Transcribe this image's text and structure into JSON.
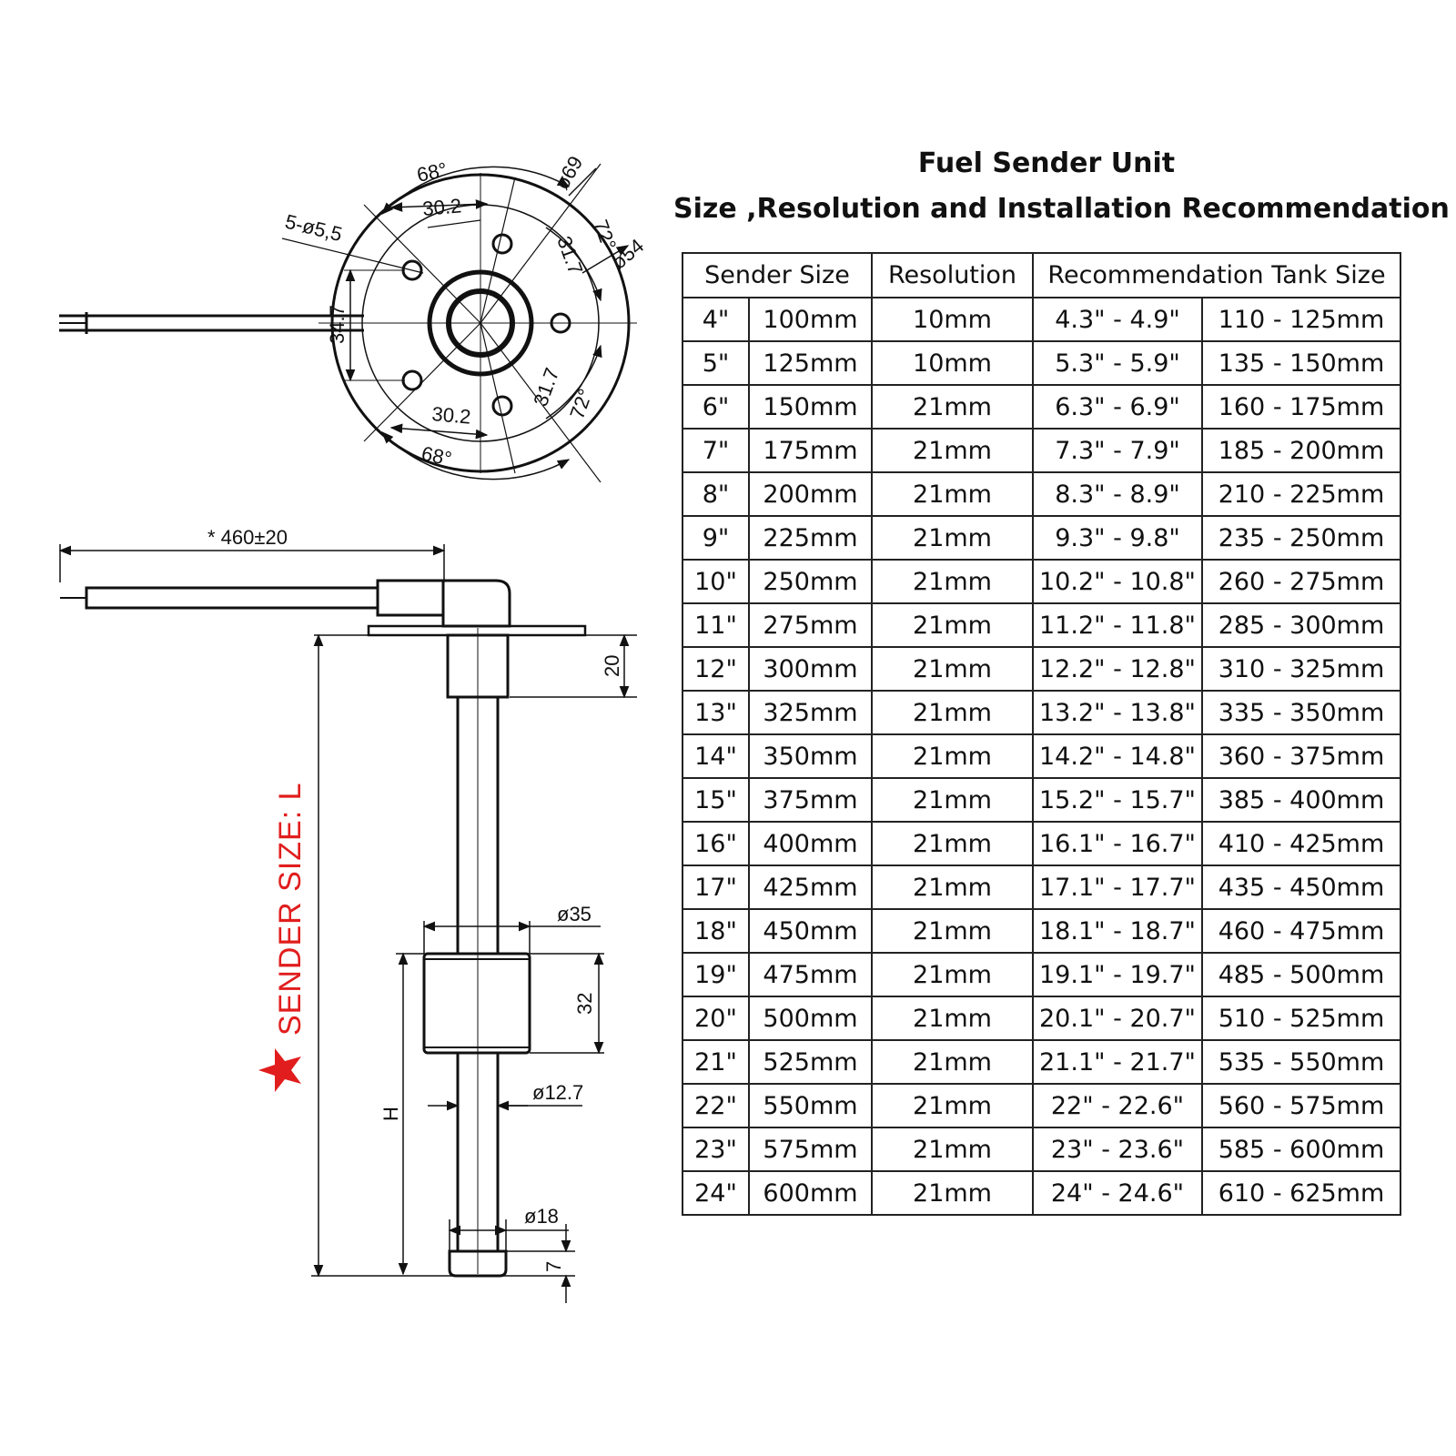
{
  "title": "Fuel Sender Unit",
  "subtitle": "Size ,Resolution and Installation Recommendation",
  "table": {
    "headers": [
      "Sender Size",
      "Resolution",
      "Recommendation Tank Size"
    ],
    "rows": [
      {
        "inch": "4\"",
        "mm": "100mm",
        "resolution": "10mm",
        "tank_in": "4.3\" - 4.9\"",
        "tank_mm": "110 - 125mm"
      },
      {
        "inch": "5\"",
        "mm": "125mm",
        "resolution": "10mm",
        "tank_in": "5.3\" - 5.9\"",
        "tank_mm": "135 - 150mm"
      },
      {
        "inch": "6\"",
        "mm": "150mm",
        "resolution": "21mm",
        "tank_in": "6.3\" - 6.9\"",
        "tank_mm": "160 - 175mm"
      },
      {
        "inch": "7\"",
        "mm": "175mm",
        "resolution": "21mm",
        "tank_in": "7.3\" - 7.9\"",
        "tank_mm": "185 - 200mm"
      },
      {
        "inch": "8\"",
        "mm": "200mm",
        "resolution": "21mm",
        "tank_in": "8.3\" - 8.9\"",
        "tank_mm": "210 - 225mm"
      },
      {
        "inch": "9\"",
        "mm": "225mm",
        "resolution": "21mm",
        "tank_in": "9.3\" - 9.8\"",
        "tank_mm": "235 - 250mm"
      },
      {
        "inch": "10\"",
        "mm": "250mm",
        "resolution": "21mm",
        "tank_in": "10.2\" - 10.8\"",
        "tank_mm": "260 - 275mm"
      },
      {
        "inch": "11\"",
        "mm": "275mm",
        "resolution": "21mm",
        "tank_in": "11.2\" - 11.8\"",
        "tank_mm": "285 - 300mm"
      },
      {
        "inch": "12\"",
        "mm": "300mm",
        "resolution": "21mm",
        "tank_in": "12.2\" - 12.8\"",
        "tank_mm": "310 - 325mm"
      },
      {
        "inch": "13\"",
        "mm": "325mm",
        "resolution": "21mm",
        "tank_in": "13.2\" - 13.8\"",
        "tank_mm": "335 - 350mm"
      },
      {
        "inch": "14\"",
        "mm": "350mm",
        "resolution": "21mm",
        "tank_in": "14.2\" - 14.8\"",
        "tank_mm": "360 - 375mm"
      },
      {
        "inch": "15\"",
        "mm": "375mm",
        "resolution": "21mm",
        "tank_in": "15.2\" - 15.7\"",
        "tank_mm": "385 - 400mm"
      },
      {
        "inch": "16\"",
        "mm": "400mm",
        "resolution": "21mm",
        "tank_in": "16.1\" - 16.7\"",
        "tank_mm": "410 - 425mm"
      },
      {
        "inch": "17\"",
        "mm": "425mm",
        "resolution": "21mm",
        "tank_in": "17.1\" - 17.7\"",
        "tank_mm": "435 - 450mm"
      },
      {
        "inch": "18\"",
        "mm": "450mm",
        "resolution": "21mm",
        "tank_in": "18.1\" - 18.7\"",
        "tank_mm": "460 - 475mm"
      },
      {
        "inch": "19\"",
        "mm": "475mm",
        "resolution": "21mm",
        "tank_in": "19.1\" - 19.7\"",
        "tank_mm": "485 - 500mm"
      },
      {
        "inch": "20\"",
        "mm": "500mm",
        "resolution": "21mm",
        "tank_in": "20.1\" - 20.7\"",
        "tank_mm": "510 - 525mm"
      },
      {
        "inch": "21\"",
        "mm": "525mm",
        "resolution": "21mm",
        "tank_in": "21.1\" - 21.7\"",
        "tank_mm": "535 - 550mm"
      },
      {
        "inch": "22\"",
        "mm": "550mm",
        "resolution": "21mm",
        "tank_in": "22\" - 22.6\"",
        "tank_mm": "560 - 575mm"
      },
      {
        "inch": "23\"",
        "mm": "575mm",
        "resolution": "21mm",
        "tank_in": "23\" - 23.6\"",
        "tank_mm": "585 - 600mm"
      },
      {
        "inch": "24\"",
        "mm": "600mm",
        "resolution": "21mm",
        "tank_in": "24\" - 24.6\"",
        "tank_mm": "610 - 625mm"
      }
    ]
  },
  "drawing": {
    "flange": {
      "angle_top": "68°",
      "angle_bottom": "68°",
      "dia_outer": "ø69",
      "dia_bolt": "ø54",
      "holes": "5-ø5,5",
      "dim_30_2_top": "30.2",
      "dim_30_2_bottom": "30.2",
      "dim_31_7_top": "31.7",
      "dim_31_7_bottom": "31.7",
      "angle_72_top": "72°",
      "angle_72_bottom": "72°",
      "dim_34_7": "34.7"
    },
    "side": {
      "cable_length": "* 460±20",
      "head_height": "20",
      "float_dia": "ø35",
      "float_height": "32",
      "tube_dia": "ø12.7",
      "float_pos": "H",
      "stop_dia": "ø18",
      "stop_height": "7",
      "sender_size_label": "SENDER SIZE: L",
      "star_color": "#e11d1d"
    }
  }
}
